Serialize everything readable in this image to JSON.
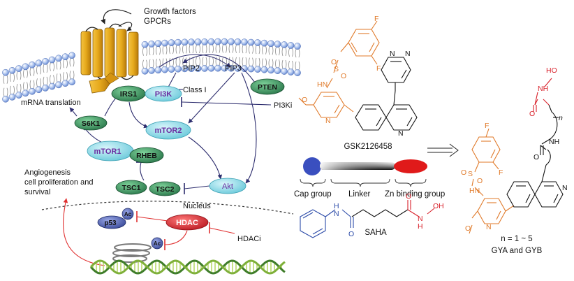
{
  "labels": {
    "growth_factors": "Growth factors",
    "gpcrs": "GPCRs",
    "pip2": "PIP2",
    "pip3": "PIP3",
    "class_i": "Class I",
    "pi3ki": "PI3Ki",
    "mrna_translation": "mRNA translation",
    "angiogenesis": "Angiogenesis",
    "cell_proliferation": "cell proliferation and",
    "survival": "survival",
    "nucleus": "Nucleus",
    "hdaci": "HDACi"
  },
  "nodes": {
    "irs1": "IRS1",
    "pi3k": "PI3K",
    "pten": "PTEN",
    "mtor2": "mTOR2",
    "s6k1": "S6K1",
    "mtor1": "mTOR1",
    "rheb": "RHEB",
    "tsc1": "TSC1",
    "tsc2": "TSC2",
    "akt": "Akt",
    "hdac": "HDAC",
    "p53": "p53",
    "ac1": "Ac",
    "ac2": "Ac"
  },
  "chemistry": {
    "gsk_name": "GSK2126458",
    "saha_name": "SAHA",
    "pharmacophore": {
      "cap": "Cap group",
      "linker": "Linker",
      "zn": "Zn binding group"
    },
    "gya": {
      "n_range": "n = 1 ~ 5",
      "name": "GYA and GYB",
      "n_label": "n"
    },
    "atoms": {
      "F": "F",
      "N": "N",
      "O": "O",
      "S": "S",
      "HN": "HN",
      "NH": "NH",
      "H": "H",
      "OH": "OH",
      "HO": "HO"
    }
  },
  "colors": {
    "green_node": "#2e7d4f",
    "cyan_node": "#7fd3e0",
    "hdac_red": "#d8202a",
    "p53_blue": "#3a4fa3",
    "gsk_orange": "#e07a2a",
    "saha_blue": "#2b4aa8",
    "oxygen_red": "#d8202a",
    "arrow_navy": "#2d2d6e",
    "arrow_red": "#e03030",
    "membrane_blue": "#6c8fd0",
    "receptor_gold": "#e3a21a"
  }
}
